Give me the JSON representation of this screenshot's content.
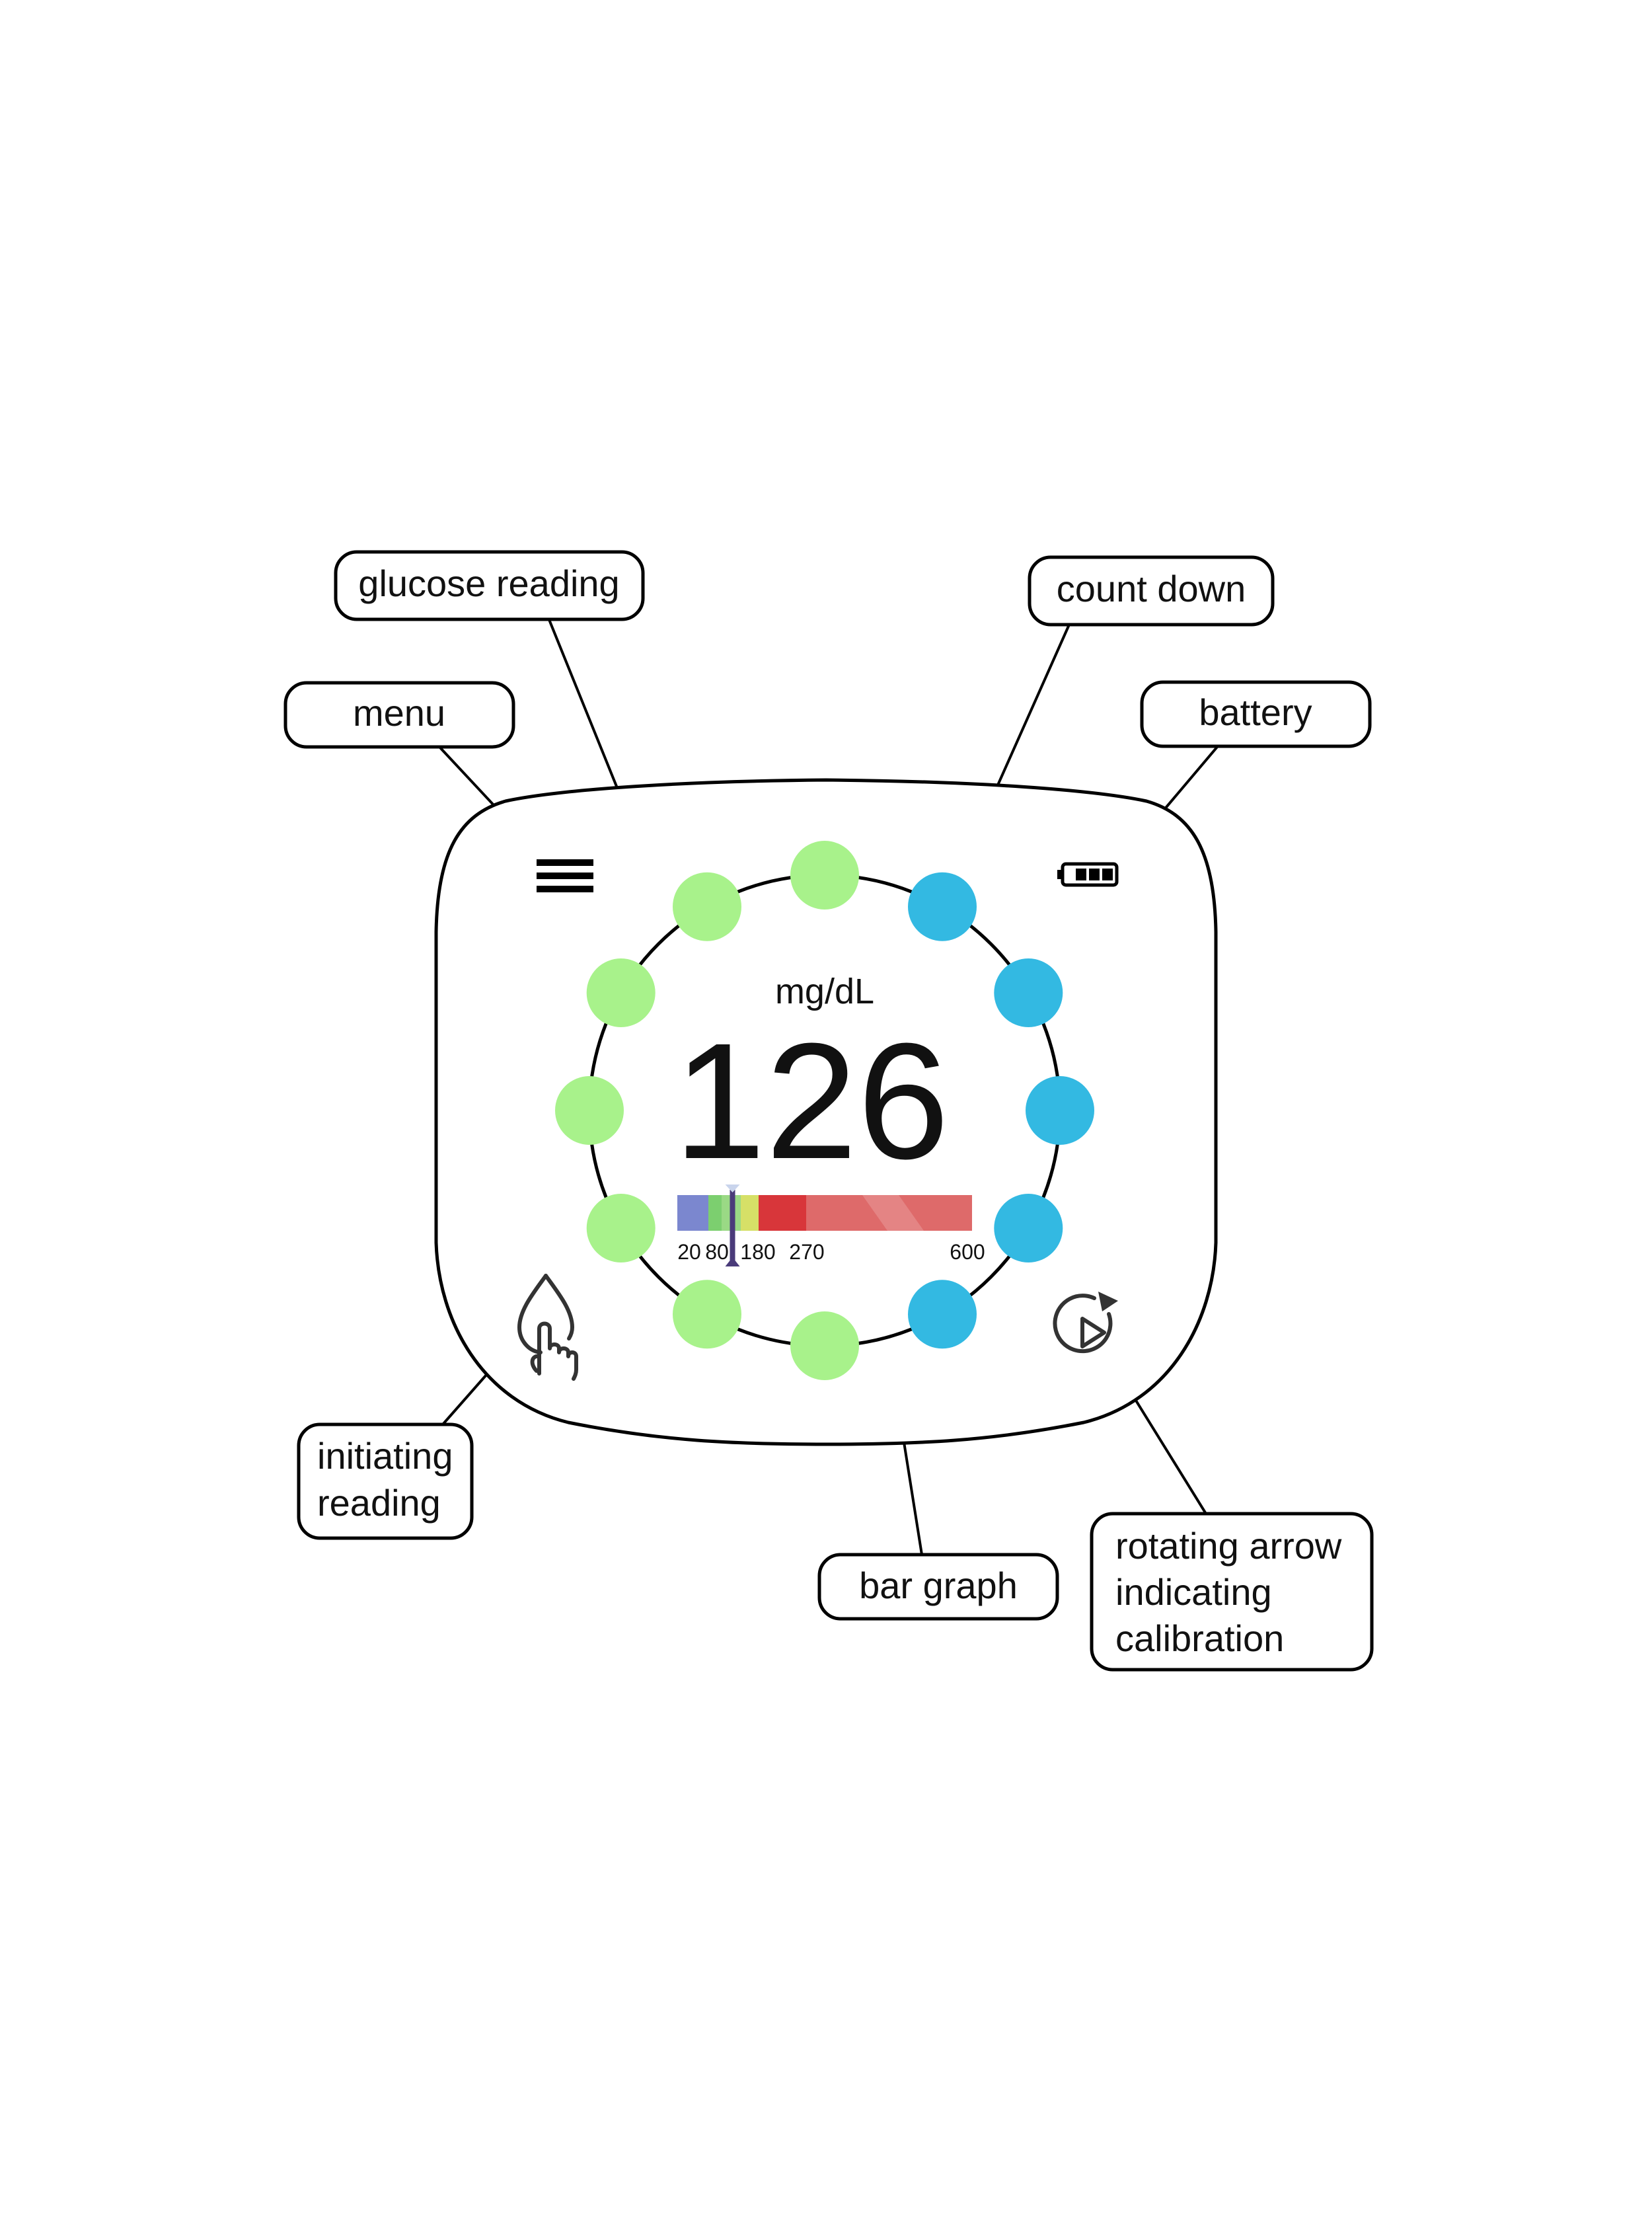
{
  "device": {
    "unit": "mg/dL",
    "reading": "126",
    "icons": {
      "menu": "hamburger-menu-icon",
      "battery": "battery-full-icon",
      "initiate": "drop-with-finger-icon",
      "calibration": "rotating-play-arrow-icon"
    },
    "countdown": {
      "total_dots": 12,
      "remaining_dots": 5,
      "remaining_color": "#33b9e2",
      "elapsed_color": "#a8f28b"
    }
  },
  "bar_graph": {
    "tick_labels": [
      "20",
      "80",
      "180",
      "270",
      "600"
    ],
    "marker_value": 126,
    "segments": [
      {
        "color": "#7b87cf"
      },
      {
        "color": "#7ccf6f"
      },
      {
        "color": "#9ad985"
      },
      {
        "color": "#d6e067"
      },
      {
        "color": "#d8363a"
      },
      {
        "color": "#de6a6a"
      }
    ],
    "marker_color": "#4a3b7a"
  },
  "callouts": {
    "glucose_reading": [
      "glucose reading"
    ],
    "count_down": [
      "count down"
    ],
    "menu": [
      "menu"
    ],
    "battery": [
      "battery"
    ],
    "initiating_reading": [
      "initiating",
      "reading"
    ],
    "bar_graph": [
      "bar graph"
    ],
    "rotating_arrow": [
      "rotating arrow",
      "indicating",
      "calibration"
    ]
  }
}
